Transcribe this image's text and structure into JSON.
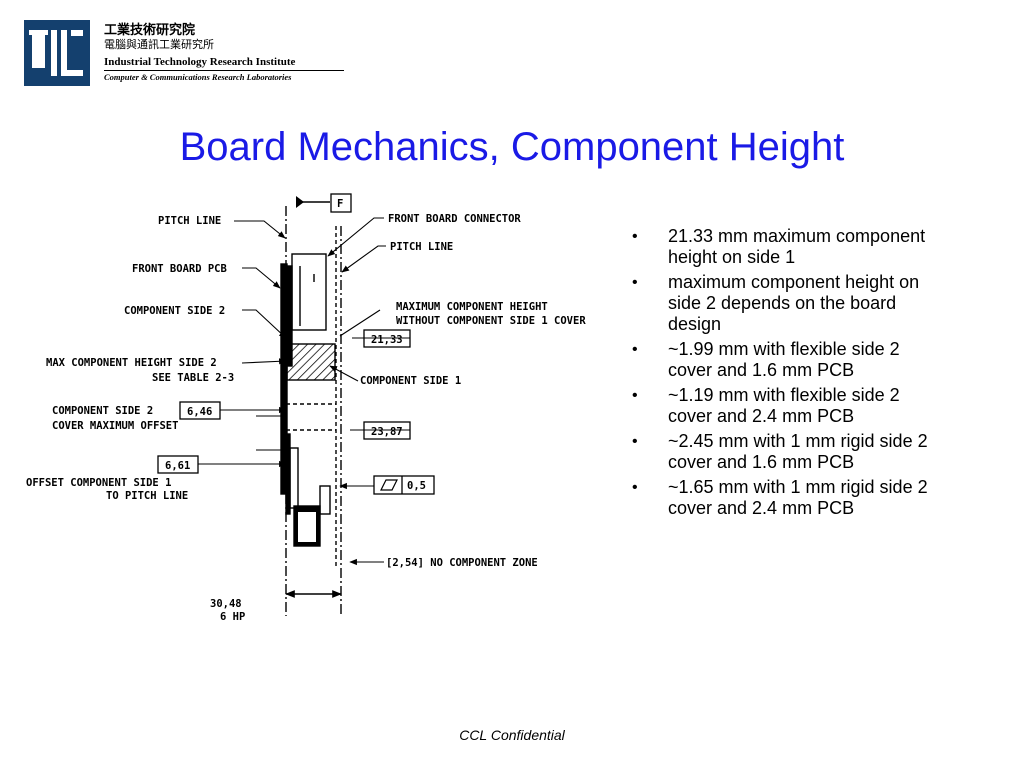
{
  "header": {
    "logo_cn_line1": "工業技術研究院",
    "logo_cn_line2": "電腦與通訊工業研究所",
    "logo_en_line1": "Industrial Technology Research Institute",
    "logo_en_line2": "Computer & Communications Research Laboratories"
  },
  "slide": {
    "title": "Board Mechanics, Component Height",
    "bullets": [
      "21.33 mm maximum component height on side 1",
      "maximum component height on side 2 depends on the board design",
      "~1.99 mm with flexible side 2 cover and 1.6 mm PCB",
      "~1.19 mm with flexible side 2 cover and 2.4 mm PCB",
      "~2.45 mm with 1 mm rigid side 2 cover and 1.6 mm PCB",
      "~1.65 mm with 1 mm rigid side 2 cover and 2.4 mm PCB"
    ]
  },
  "diagram": {
    "datum": "F",
    "labels": {
      "pitch_line_left": "PITCH LINE",
      "front_board_pcb": "FRONT BOARD PCB",
      "component_side_2": "COMPONENT SIDE 2",
      "max_height_side2_l1": "MAX COMPONENT HEIGHT SIDE 2",
      "max_height_side2_l2": "SEE TABLE 2-3",
      "cs2_offset_prefix": "COMPONENT SIDE 2",
      "cs2_offset_l2": "COVER MAXIMUM OFFSET",
      "offset_cs1_l1": "OFFSET COMPONENT SIDE 1",
      "offset_cs1_l2": "TO PITCH LINE",
      "width_value": "30,48",
      "width_hp": "6 HP",
      "front_board_connector": "FRONT BOARD CONNECTOR",
      "pitch_line_right": "PITCH LINE",
      "max_height_no_cover_l1": "MAXIMUM COMPONENT HEIGHT",
      "max_height_no_cover_l2": "WITHOUT COMPONENT SIDE 1 COVER",
      "component_side_1": "COMPONENT SIDE 1",
      "no_component_zone": "[2,54] NO COMPONENT ZONE"
    },
    "dimensions": {
      "max_height_value": "21,33",
      "cs2_offset_value": "6,46",
      "total_value": "23,87",
      "offset_cs1_value": "6,61",
      "flatness_value": "0,5"
    }
  },
  "footer": {
    "text": "CCL Confidential"
  }
}
